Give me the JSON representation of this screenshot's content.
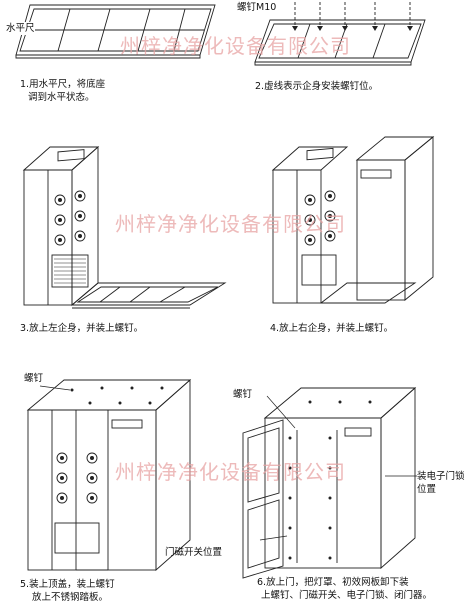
{
  "watermarks": [
    "州梓净净化设备有限公司",
    "州梓净净化设备有限公司",
    "州梓净净化设备有限公司"
  ],
  "steps": [
    {
      "id": 1,
      "label": "水平尺",
      "caption": [
        "1.用水平尺，将底座",
        "调到水平状态。"
      ]
    },
    {
      "id": 2,
      "label": "螺钉M10",
      "caption": [
        "2.虚线表示企身安装螺钉位。"
      ]
    },
    {
      "id": 3,
      "caption": [
        "3.放上左企身，并装上螺钉。"
      ]
    },
    {
      "id": 4,
      "caption": [
        "4.放上右企身，并装上螺钉。"
      ]
    },
    {
      "id": 5,
      "label": "螺钉",
      "caption": [
        "5.装上顶盖，装上螺钉",
        "放上不锈钢踏板。"
      ]
    },
    {
      "id": 6,
      "label": "螺钉",
      "callout_lock": [
        "装电子门锁",
        "位置"
      ],
      "callout_magnet": "门磁开关位置",
      "caption": [
        "6.放上门，把灯罩、初效网板卸下装",
        "上螺钉、门磁开关、电子门锁、闭门器。"
      ]
    }
  ],
  "colors": {
    "line": "#222222",
    "watermark": "#e8a3a3"
  }
}
